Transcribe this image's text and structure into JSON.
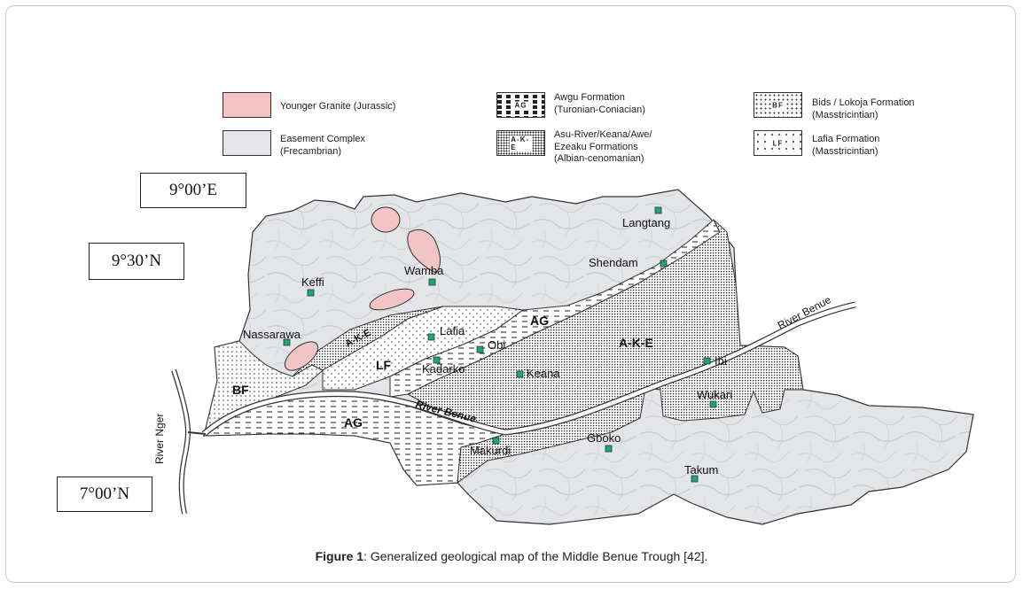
{
  "legend": {
    "younger_granite": {
      "line1": "Younger Granite (Jurassic)",
      "line2": ""
    },
    "basement": {
      "line1": "Easement Complex",
      "line2": "(Frecambrian)"
    },
    "awgu": {
      "code": "AG",
      "line1": "Awgu Formation",
      "line2": "(Turonian-Coniacian)"
    },
    "asu": {
      "code": "A-K-E",
      "line1": "Asu-River/Keana/Awe/",
      "line2": "Ezeaku Formations",
      "line3": "(Albian-cenomanian)"
    },
    "bida": {
      "code": "BF",
      "line1": "Bids / Lokoja Formation",
      "line2": "(Masstricintian)"
    },
    "lafia": {
      "code": "LF",
      "line1": "Lafia Formation",
      "line2": "(Masstricintian)"
    }
  },
  "coords": {
    "lon": "9°00’E",
    "lat1": "9°30’N",
    "lat2": "7°00’N"
  },
  "map": {
    "towns": {
      "langtang": "Langtang",
      "shendam": "Shendam",
      "wamba": "Wamba",
      "keffi": "Keffi",
      "nassarawa": "Nassarawa",
      "lafia": "Lafia",
      "obi": "Obi",
      "kadarko": "Kadarko",
      "keana": "Keana",
      "ibi": "Ibi",
      "wukari": "Wukari",
      "makurdi": "Makurdi",
      "gboko": "Gboko",
      "takum": "Takum"
    },
    "units": {
      "ag_north": "AG",
      "ag_south": "AG",
      "ake_main": "A-K-E",
      "ake_west": "A-K-E",
      "lf": "LF",
      "bf": "BF"
    },
    "rivers": {
      "benue_upper": "River Benue",
      "benue_lower": "River Benue",
      "niger": "River Nger"
    }
  },
  "caption": {
    "label": "Figure 1",
    "text": ": Generalized geological map of the Middle Benue Trough [42]."
  },
  "colors": {
    "granite": "#f2c4c4",
    "basement": "#e4e6ea",
    "station": "#1aa878"
  }
}
